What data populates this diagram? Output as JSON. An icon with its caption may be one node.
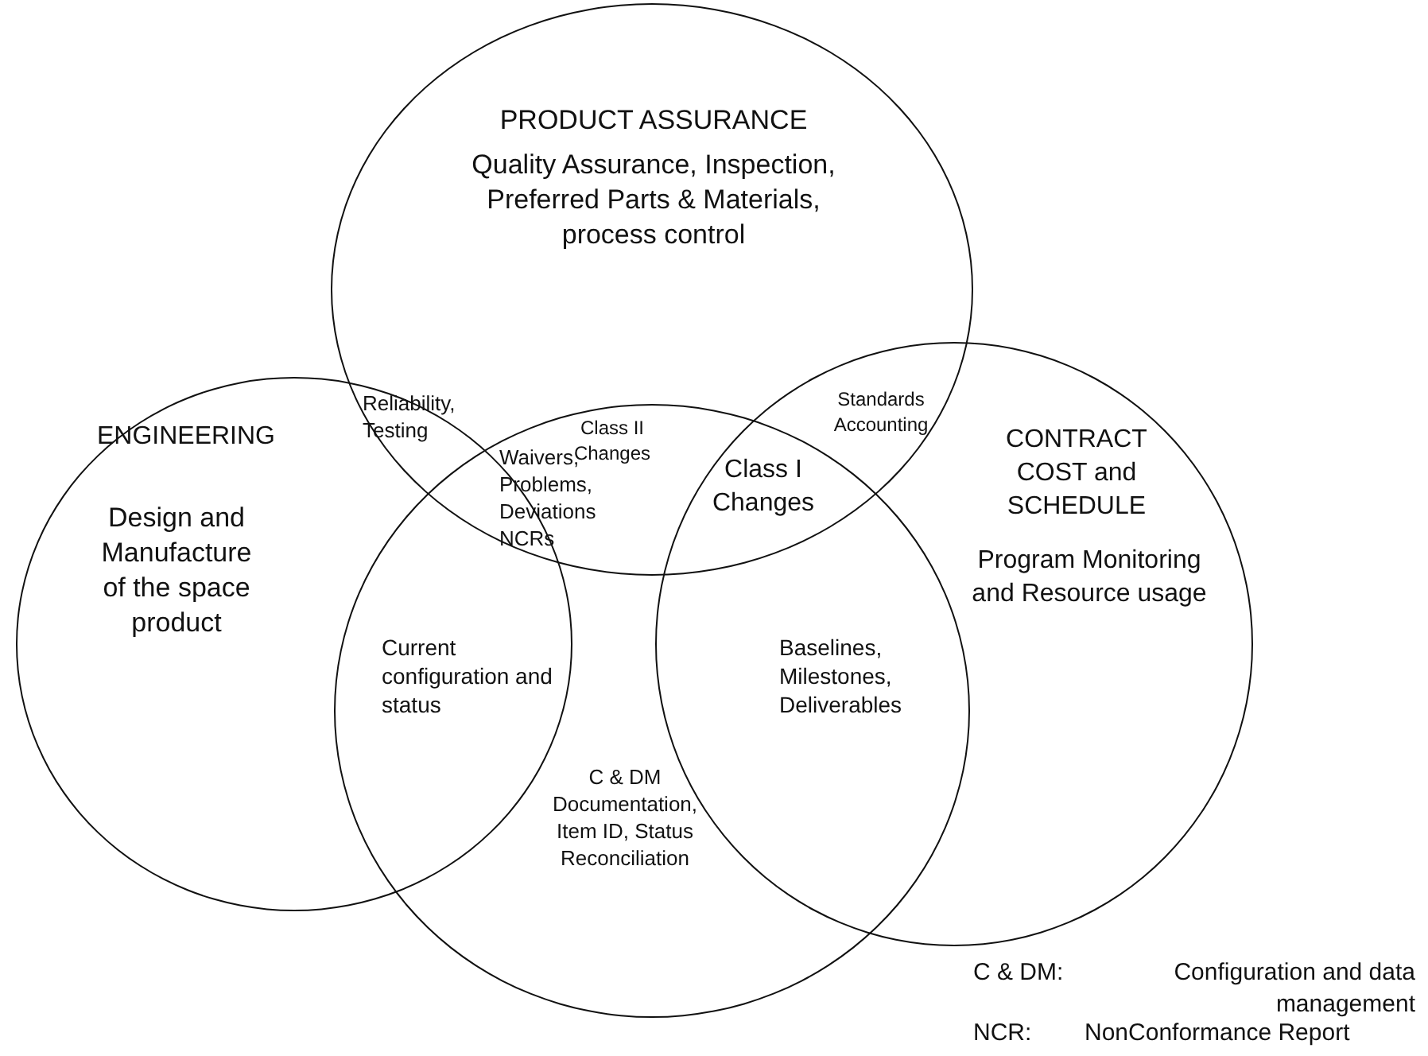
{
  "diagram": {
    "nodes": [
      {
        "text": [
          "PRODUCT ASSURANCE",
          "Quality Assurance, Inspection, Preferred Parts & Materials, process control"
        ]
      },
      {
        "text": [
          "ENGINEERING",
          "Design and Manufacture of the space product"
        ]
      },
      {
        "text": [
          "CONTRACT COST and SCHEDULE",
          "Program Monitoring and Resource usage"
        ]
      },
      {
        "text": [
          "C & DM Documentation, Item ID, Status Reconciliation"
        ]
      }
    ],
    "edges": [],
    "labels": [
      "Reliability, Testing",
      "Class II Changes",
      "Standards Accounting",
      "Waivers, Problems, Deviations NCRs",
      "Class I Changes",
      "Current configuration and status",
      "Baselines, Milestones, Deliverables",
      "C & DM:",
      "Configuration and data management",
      "NCR:",
      "NonConformance Report"
    ]
  }
}
